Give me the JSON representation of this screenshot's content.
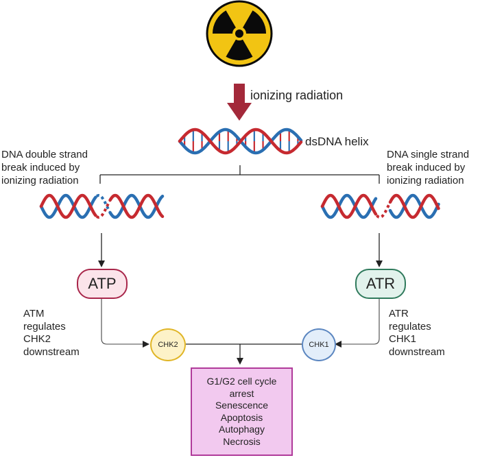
{
  "labels": {
    "radiation": "ionizing radiation",
    "helix": "dsDNA helix",
    "ds_break": [
      "DNA double strand",
      "break induced by",
      "ionizing radiation"
    ],
    "ss_break": [
      "DNA single strand",
      "break induced by",
      "ionizing radiation"
    ],
    "atm_note": [
      "ATM",
      "regulates",
      "CHK2",
      "downstream"
    ],
    "atr_note": [
      "ATR",
      "regulates",
      "CHK1",
      "downstream"
    ]
  },
  "nodes": {
    "atp": "ATP",
    "atr": "ATR",
    "chk2": "CHK2",
    "chk1": "CHK1"
  },
  "outcome": {
    "lines": [
      "G1/G2 cell cycle",
      "arrest",
      "Senescence",
      "Apoptosis",
      "Autophagy",
      "Necrosis"
    ]
  },
  "colors": {
    "radiation_yellow": "#f2c413",
    "radiation_black": "#0a0a0a",
    "arrow_red": "#a3293a",
    "dna_red": "#c62a30",
    "dna_blue": "#2a6fb2",
    "atp_fill": "#fbe4ea",
    "atp_stroke": "#a8264a",
    "atr_fill": "#e2f2ec",
    "atr_stroke": "#2f7a5c",
    "chk2_fill": "#fdf2c8",
    "chk2_stroke": "#e0b526",
    "chk1_fill": "#e3eefa",
    "chk1_stroke": "#5b86c0",
    "outcome_fill": "#f2c9ef",
    "outcome_stroke": "#b03a9a"
  },
  "icons": {
    "radiation": "radiation-hazard-icon",
    "helix": "dna-helix-icon"
  }
}
